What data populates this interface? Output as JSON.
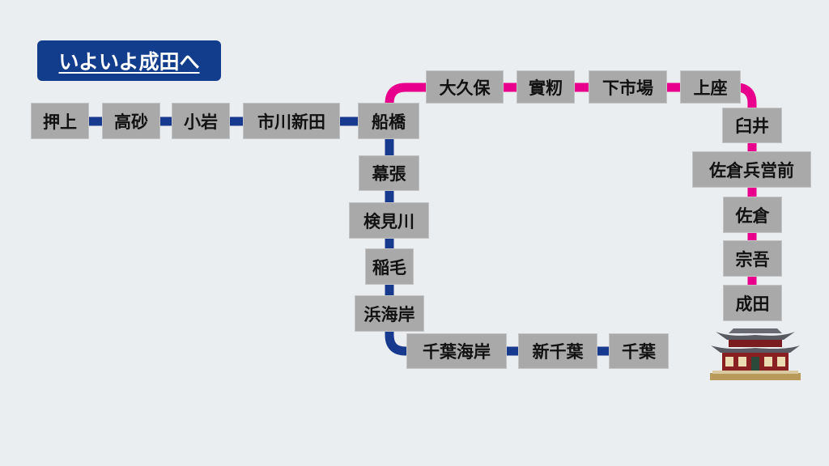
{
  "title": "いよいよ成田へ",
  "colors": {
    "background": "#ebeef0",
    "blue_line": "#183a8e",
    "pink_line": "#e8008c",
    "station_box": "#a9a9a9",
    "title_box": "#123c8c"
  },
  "stations": [
    "押上",
    "高砂",
    "小岩",
    "市川新田",
    "船橋",
    "幕張",
    "検見川",
    "稲毛",
    "浜海岸",
    "千葉海岸",
    "新千葉",
    "千葉",
    "大久保",
    "實籾",
    "下市場",
    "上座",
    "臼井",
    "佐倉兵営前",
    "佐倉",
    "宗吾",
    "成田"
  ],
  "landmark_icon": "temple-icon"
}
